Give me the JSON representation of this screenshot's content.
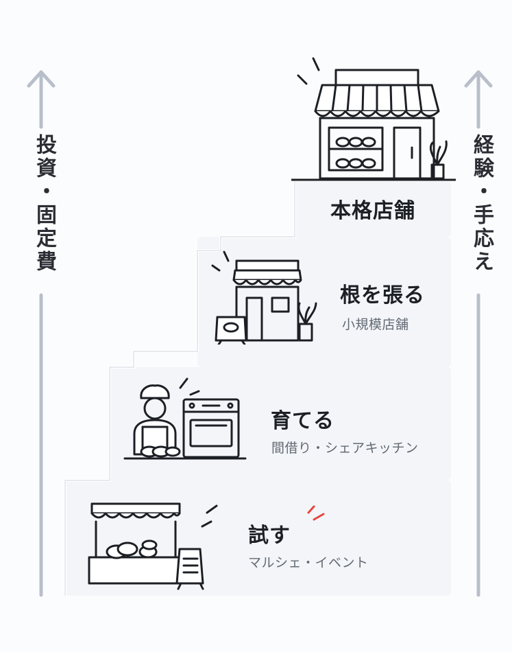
{
  "axis_left": {
    "label": "投資・固定費"
  },
  "axis_right": {
    "label": "経験・手応え"
  },
  "steps": [
    {
      "title": "試す",
      "subtitle": "マルシェ・イベント",
      "icon": "market-stall-icon"
    },
    {
      "title": "育てる",
      "subtitle": "間借り・シェアキッチン",
      "icon": "baker-oven-icon"
    },
    {
      "title": "根を張る",
      "subtitle": "小規模店舗",
      "icon": "small-shop-icon"
    },
    {
      "title": "本格店舗",
      "subtitle": "",
      "icon": "bakery-storefront-icon"
    }
  ],
  "colors": {
    "arrow": "#b8bfca",
    "step_fill": "#f3f5f8",
    "accent_spark": "#e8453c",
    "text": "#1c1f24",
    "subtext": "#636a74"
  }
}
